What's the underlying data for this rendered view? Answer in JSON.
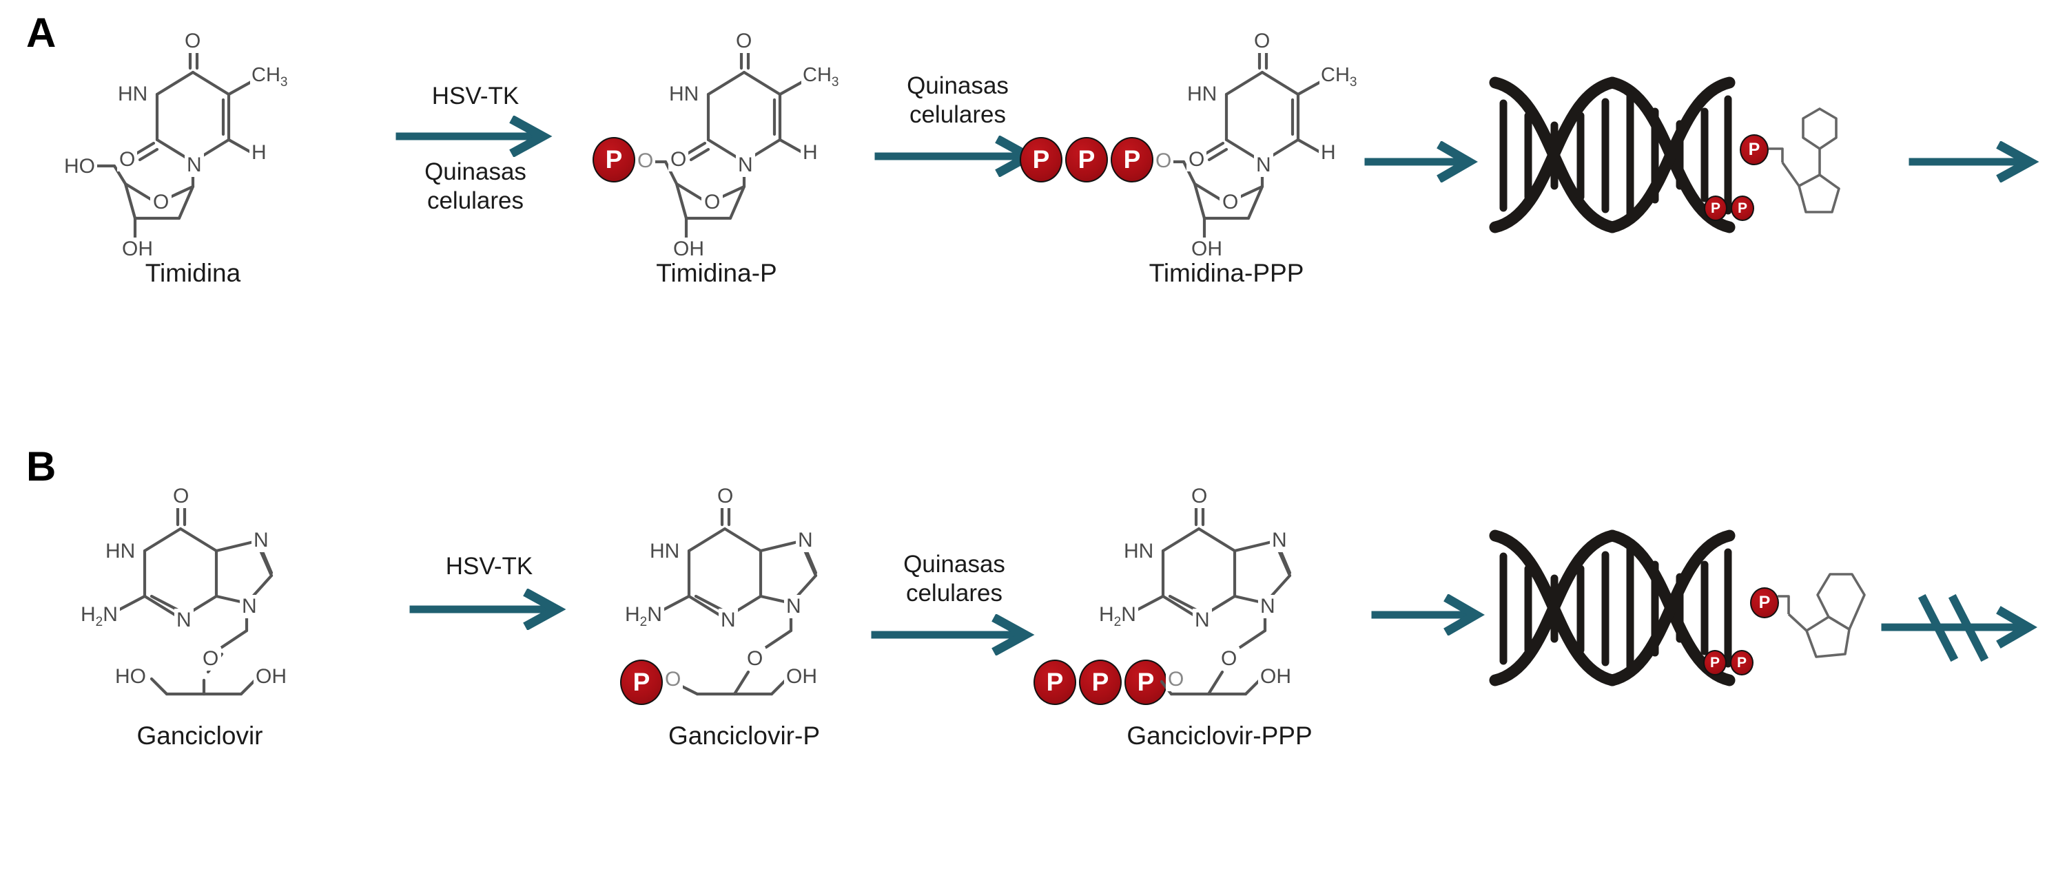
{
  "figure": {
    "panels": [
      {
        "letter": "A",
        "substrate": "Timidina",
        "steps": [
          {
            "enzymes": [
              "HSV-TK",
              "Quinasas",
              "celulares"
            ],
            "product": "Timidina-P",
            "phosphates": 1
          },
          {
            "enzymes": [
              "Quinasas",
              "celulares"
            ],
            "product": "Timidina-PPP",
            "phosphates": 3
          }
        ],
        "incorporation": {
          "dna_icon": "dna-double-helix",
          "attached_phosphate": "P",
          "released_phosphates": [
            "P",
            "P"
          ],
          "outcome_arrow": "continues"
        },
        "atom_labels": {
          "carbonyl_o": "O",
          "ring_nh": "HN",
          "ring_n": "N",
          "methyl": "CH",
          "methyl_sub": "3",
          "ring_h": "H",
          "keto_o": "O",
          "sugar_ho": "HO",
          "sugar_o": "O",
          "sugar_oh": "OH"
        }
      },
      {
        "letter": "B",
        "substrate": "Ganciclovir",
        "steps": [
          {
            "enzymes": [
              "HSV-TK"
            ],
            "product": "Ganciclovir-P",
            "phosphates": 1
          },
          {
            "enzymes": [
              "Quinasas",
              "celulares"
            ],
            "product": "Ganciclovir-PPP",
            "phosphates": 3
          }
        ],
        "incorporation": {
          "dna_icon": "dna-double-helix",
          "attached_phosphate": "P",
          "released_phosphates": [
            "P",
            "P"
          ],
          "outcome_arrow": "blocked"
        },
        "atom_labels": {
          "carbonyl_o": "O",
          "ring_nh": "HN",
          "ring_n_top": "N",
          "ring_n_bottom": "N",
          "ring_n9": "N",
          "amine": "H",
          "amine_sub": "2",
          "amine_n": "N",
          "ether_o": "O",
          "left_ho": "HO",
          "right_oh": "OH"
        }
      }
    ],
    "phosphate_token": "P",
    "colors": {
      "arrow": "#1f5f70",
      "phosphate": "#aa0e15",
      "phosphate_text": "#ffffff",
      "bond": "#555555",
      "atom_text": "#4a4a4a",
      "dna": "#1c1917",
      "background": "#ffffff",
      "label_text": "#1a1a1a"
    }
  }
}
